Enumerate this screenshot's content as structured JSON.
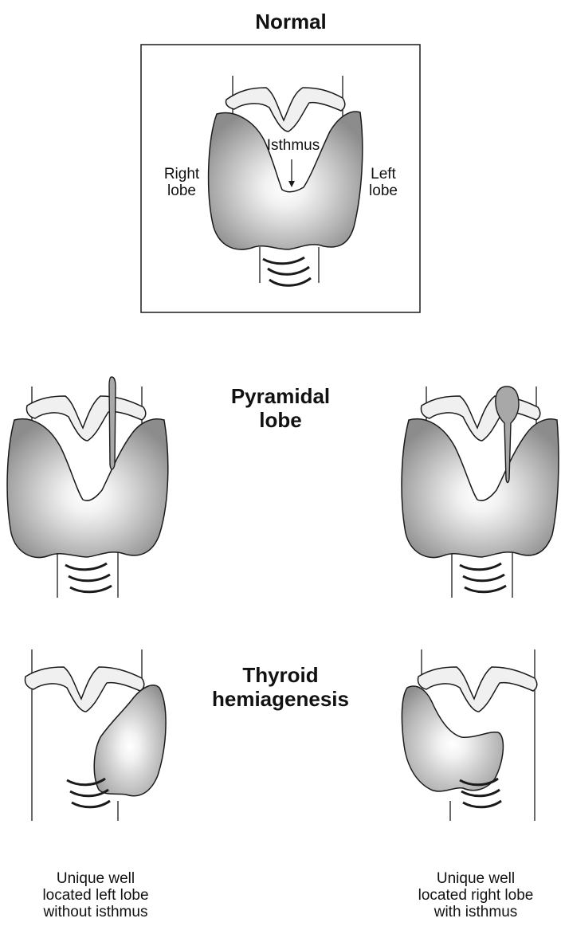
{
  "sections": {
    "normal": {
      "title": "Normal",
      "labels": {
        "right_lobe": [
          "Right",
          "lobe"
        ],
        "left_lobe": [
          "Left",
          "lobe"
        ],
        "isthmus": "Isthmus"
      }
    },
    "pyramidal": {
      "title": [
        "Pyramidal",
        "lobe"
      ]
    },
    "hemiagenesis": {
      "title": [
        "Thyroid",
        "hemiagenesis"
      ],
      "captions": {
        "left": [
          "Unique well",
          "located left lobe",
          "without isthmus"
        ],
        "right": [
          "Unique well",
          "located right lobe",
          "with isthmus"
        ]
      }
    }
  },
  "colors": {
    "lobe_outer": "#8a8a8a",
    "lobe_mid": "#b4b4b4",
    "lobe_light": "#d9d9d9",
    "lobe_center": "#ffffff",
    "outline": "#1a1a1a",
    "cartilage": "#f0f0f0"
  }
}
